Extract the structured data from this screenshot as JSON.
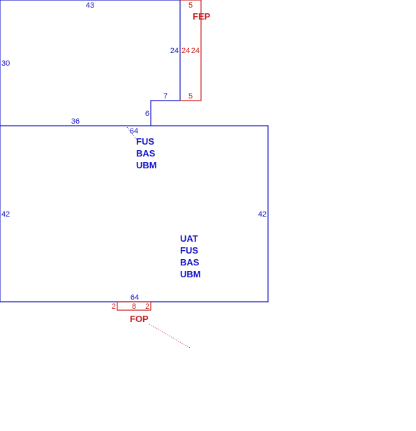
{
  "colors": {
    "main": "#1414c8",
    "accent": "#cc1f1f",
    "background": "#ffffff"
  },
  "dimensions": {
    "upper_top": "43",
    "upper_left": "30",
    "upper_right": "24",
    "upper_bottom": "36",
    "step_horizontal": "7",
    "step_vertical": "6",
    "lower_left": "42",
    "lower_right": "42",
    "lower_top": "64",
    "lower_bottom": "64",
    "fep_top": "5",
    "fep_left": "24",
    "fep_right": "24",
    "fep_bottom": "5",
    "fop_left": "2",
    "fop_bottom": "8",
    "fop_right": "2"
  },
  "labels": {
    "area1": [
      "FUS",
      "BAS",
      "UBM"
    ],
    "area2": [
      "UAT",
      "FUS",
      "BAS",
      "UBM"
    ],
    "fep": "FEP",
    "fop": "FOP"
  }
}
